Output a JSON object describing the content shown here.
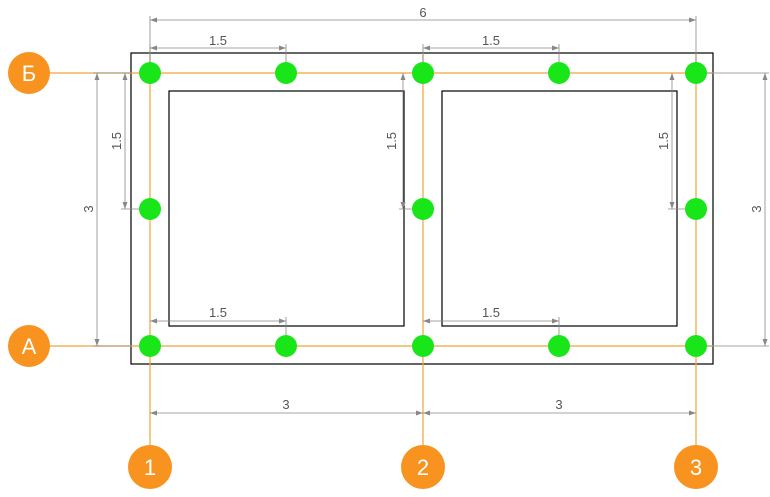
{
  "colors": {
    "axis_line": "#f0a53a",
    "axis_bubble": "#f7931e",
    "column_dot": "#19e619",
    "outline": "#000000",
    "dimension": "#888888"
  },
  "axes": {
    "horizontal": [
      {
        "label": "Б"
      },
      {
        "label": "А"
      }
    ],
    "vertical": [
      {
        "label": "1"
      },
      {
        "label": "2"
      },
      {
        "label": "3"
      }
    ]
  },
  "dimensions": {
    "total_top": "6",
    "top_left_spacing": "1.5",
    "top_right_spacing": "1.5",
    "bottom_left_spacing": "1.5",
    "bottom_right_spacing": "1.5",
    "left_vertical_spacing": "1.5",
    "middle_vertical_spacing": "1.5",
    "right_vertical_spacing": "1.5",
    "left_total_height": "3",
    "right_total_height": "3",
    "bottom_span_1_2": "3",
    "bottom_span_2_3": "3"
  }
}
